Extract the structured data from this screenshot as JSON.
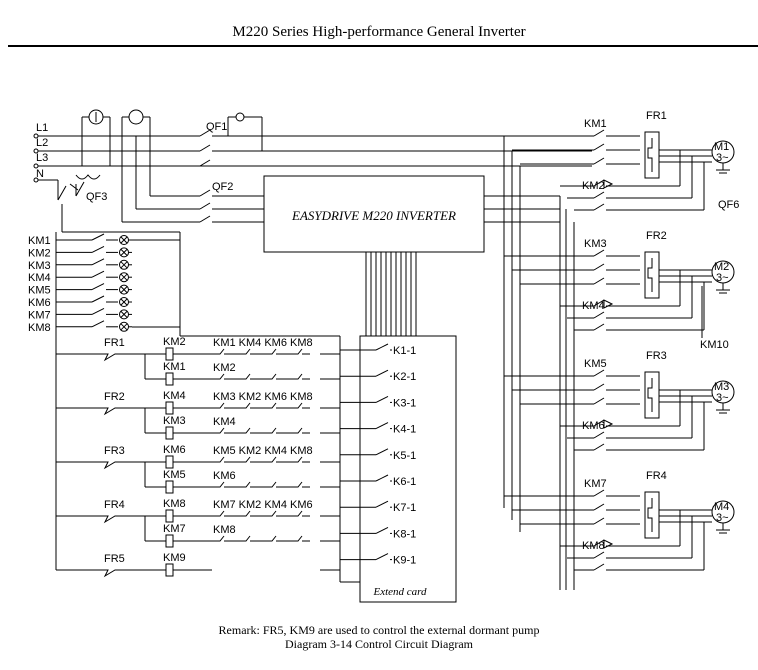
{
  "header": {
    "title": "M220 Series High-performance General Inverter"
  },
  "phases": [
    "L1",
    "L2",
    "L3",
    "N"
  ],
  "breakers": [
    "QF1",
    "QF2",
    "QF3",
    "QF6"
  ],
  "inverter": {
    "label": "EASYDRIVE M220 INVERTER"
  },
  "indicator_lamps": [
    "KM1",
    "KM2",
    "KM3",
    "KM4",
    "KM5",
    "KM6",
    "KM7",
    "KM8"
  ],
  "control_rungs": [
    {
      "relay": "FR1",
      "coils": [
        {
          "coil": "KM2",
          "interlocks": "KM1 KM4 KM6 KM8"
        },
        {
          "coil": "KM1",
          "interlocks": "KM2"
        }
      ]
    },
    {
      "relay": "FR2",
      "coils": [
        {
          "coil": "KM4",
          "interlocks": "KM3 KM2 KM6 KM8"
        },
        {
          "coil": "KM3",
          "interlocks": "KM4"
        }
      ]
    },
    {
      "relay": "FR3",
      "coils": [
        {
          "coil": "KM6",
          "interlocks": "KM5 KM2 KM4 KM8"
        },
        {
          "coil": "KM5",
          "interlocks": "KM6"
        }
      ]
    },
    {
      "relay": "FR4",
      "coils": [
        {
          "coil": "KM8",
          "interlocks": "KM7 KM2 KM4 KM6"
        },
        {
          "coil": "KM7",
          "interlocks": "KM8"
        }
      ]
    },
    {
      "relay": "FR5",
      "coils": [
        {
          "coil": "KM9",
          "interlocks": ""
        }
      ]
    }
  ],
  "extend_card": {
    "label": "Extend card",
    "contacts": [
      "K1-1",
      "K2-1",
      "K3-1",
      "K4-1",
      "K5-1",
      "K6-1",
      "K7-1",
      "K8-1",
      "K9-1"
    ]
  },
  "motor_units": [
    {
      "overload": "FR1",
      "contactor_a": "KM1",
      "contactor_b": "KM2",
      "motor": "M1"
    },
    {
      "overload": "FR2",
      "contactor_a": "KM3",
      "contactor_b": "KM4",
      "motor": "M2"
    },
    {
      "overload": "FR3",
      "contactor_a": "KM5",
      "contactor_b": "KM6",
      "motor": "M3"
    },
    {
      "overload": "FR4",
      "contactor_a": "KM7",
      "contactor_b": "KM8",
      "motor": "M4"
    }
  ],
  "motor_phase_label": "3~",
  "km10_label": "KM10",
  "caption": {
    "remark": "Remark: FR5, KM9 are used to control the external dormant pump",
    "diagram": "Diagram 3-14   Control Circuit Diagram"
  }
}
